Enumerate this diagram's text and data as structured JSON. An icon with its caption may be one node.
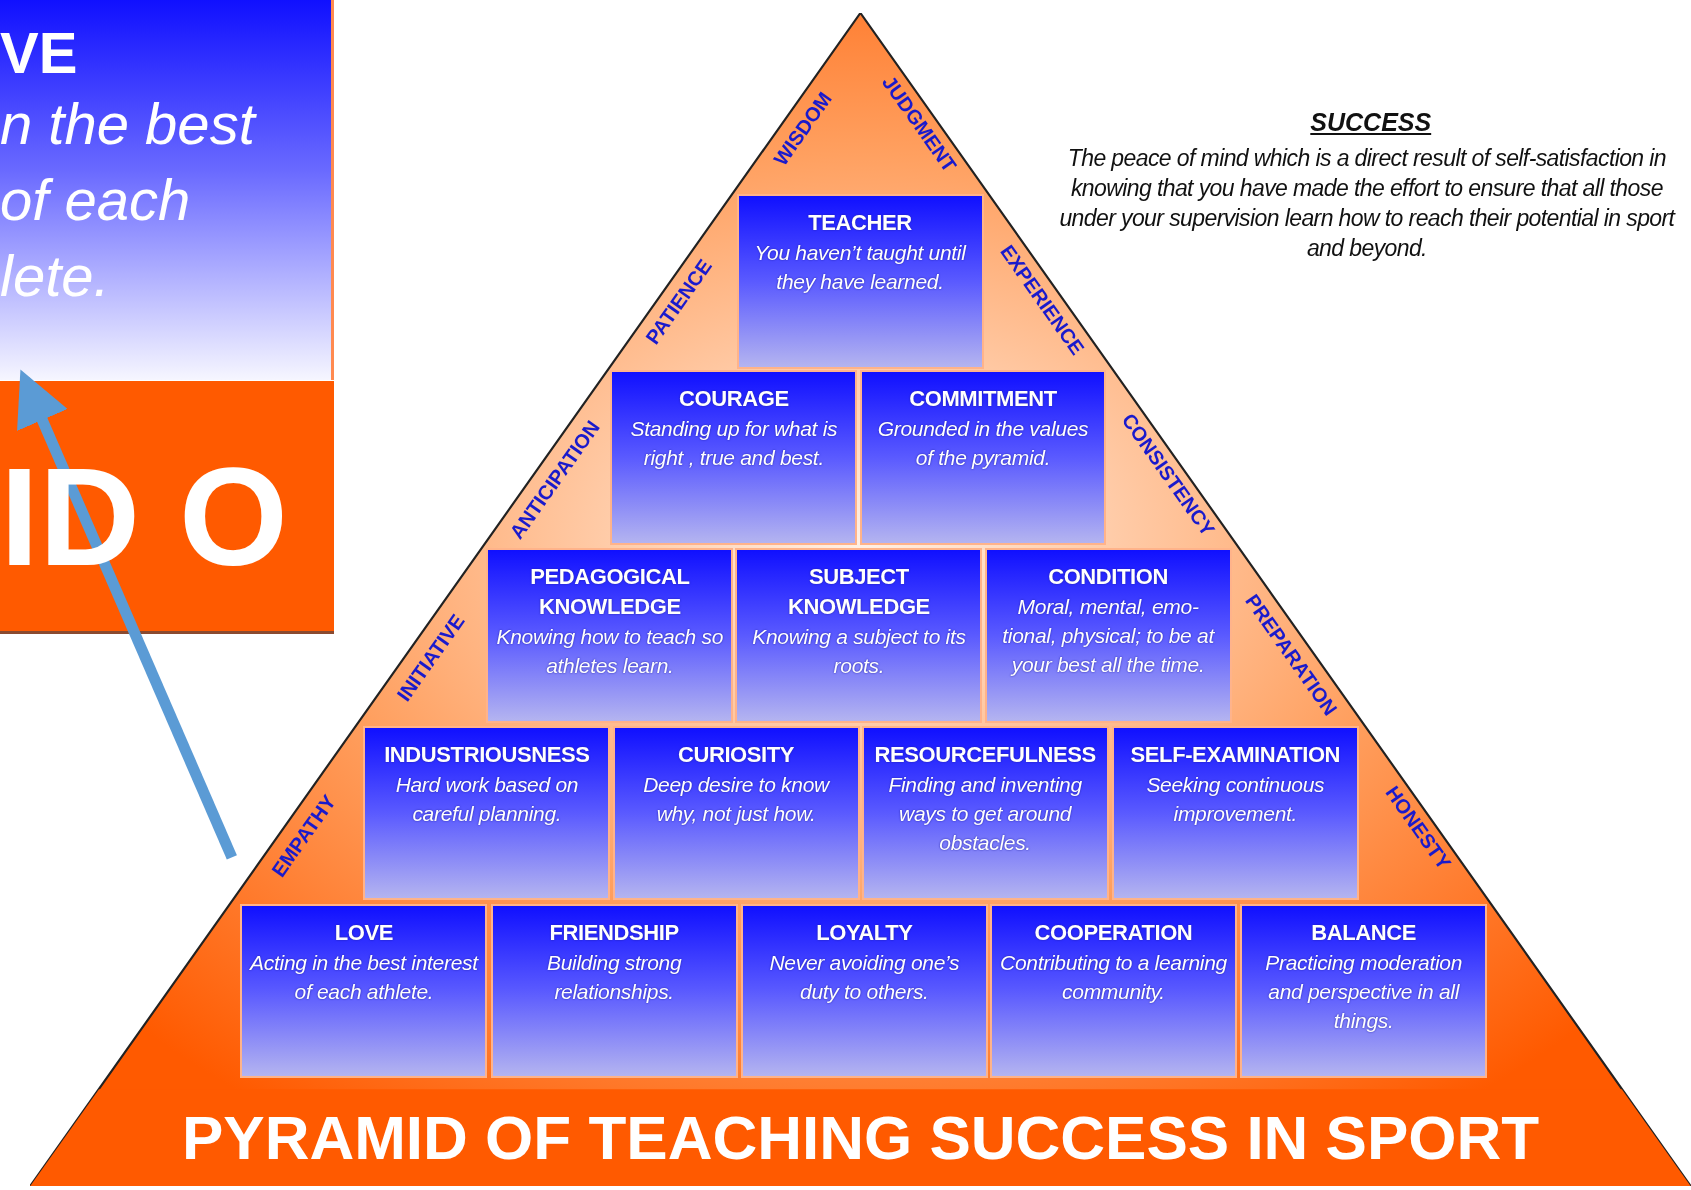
{
  "diagram": {
    "nodes": [
      {
        "text": [
          "PYRAMID OF TEACHING SUCCESS IN SPORT"
        ]
      },
      {
        "text": [
          "TEACHER",
          "You haven’t taught until they have learned."
        ],
        "in": 0
      },
      {
        "text": [
          "COURAGE",
          "Standing up for what is right , true and best."
        ],
        "in": 0
      },
      {
        "text": [
          "COMMITMENT",
          "Grounded in the values of the pyramid."
        ],
        "in": 0
      },
      {
        "text": [
          "PEDAGOGICAL KNOWLEDGE",
          "Knowing how to teach so athletes  learn."
        ],
        "in": 0
      },
      {
        "text": [
          "SUBJECT KNOWLEDGE",
          "Knowing a subject to its roots."
        ],
        "in": 0
      },
      {
        "text": [
          "CONDITION",
          "Moral, mental, emo-tional, physical; to be at your best all the time."
        ],
        "in": 0
      },
      {
        "text": [
          "INDUSTRIOUSNESS",
          "Hard work based on careful planning."
        ],
        "in": 0
      },
      {
        "text": [
          "CURIOSITY",
          "Deep desire to know why, not just how."
        ],
        "in": 0
      },
      {
        "text": [
          "RESOURCEFULNESS",
          "Finding and inventing ways to get around obstacles."
        ],
        "in": 0
      },
      {
        "text": [
          "SELF-EXAMINATION",
          "Seeking continuous improvement."
        ],
        "in": 0
      },
      {
        "text": [
          "LOVE",
          "Acting in the best interest of each athlete."
        ],
        "in": 0
      },
      {
        "text": [
          "FRIENDSHIP",
          "Building strong relationships."
        ],
        "in": 0
      },
      {
        "text": [
          "LOYALTY",
          "Never avoiding one’s duty to others."
        ],
        "in": 0
      },
      {
        "text": [
          "COOPERATION",
          "Contributing to a learning community."
        ],
        "in": 0
      },
      {
        "text": [
          "BALANCE",
          "Practicing moderation and perspective in all things."
        ],
        "in": 0
      },
      {
        "text": [
          "VE",
          "n the best of each lete."
        ]
      }
    ],
    "edges": [
      {
        "from": null,
        "to": 16,
        "arrow": "to"
      }
    ],
    "labels": [
      "ID O",
      "WISDOM",
      "JUDGMENT",
      "SUCCESS",
      "The peace of mind which is a direct result of self-satisfaction in knowing that you have made the effort to ensure that all those under your supervision learn how to reach their potential in sport and beyond.",
      "PATIENCE",
      "EXPERIENCE",
      "ANTICIPATION",
      "CONSISTENCY",
      "INITIATIVE",
      "PREPARATION",
      "EMPATHY",
      "HONESTY"
    ]
  }
}
